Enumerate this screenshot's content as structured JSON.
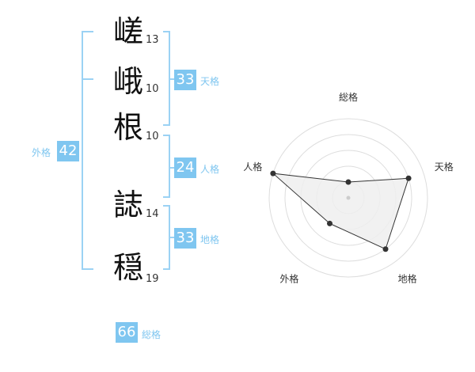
{
  "characters": [
    {
      "char": "嵯",
      "strokes": "13"
    },
    {
      "char": "峨",
      "strokes": "10"
    },
    {
      "char": "根",
      "strokes": "10"
    },
    {
      "char": "誌",
      "strokes": "14"
    },
    {
      "char": "穏",
      "strokes": "19"
    }
  ],
  "kakusu": {
    "tenkaku": {
      "value": "33",
      "label": "天格"
    },
    "jinkaku": {
      "value": "24",
      "label": "人格"
    },
    "chikaku": {
      "value": "33",
      "label": "地格"
    },
    "gaikaku": {
      "value": "42",
      "label": "外格"
    },
    "soukaku": {
      "value": "66",
      "label": "総格"
    }
  },
  "colors": {
    "accent": "#7fc6f0",
    "bracket": "#9bd2f4",
    "radar_fill": "#eeeeee",
    "ring": "#dddddd"
  },
  "chart_data": {
    "type": "radar",
    "axes": [
      "総格",
      "天格",
      "地格",
      "外格",
      "人格"
    ],
    "values": [
      1,
      4,
      4,
      2,
      5
    ],
    "max": 5
  }
}
